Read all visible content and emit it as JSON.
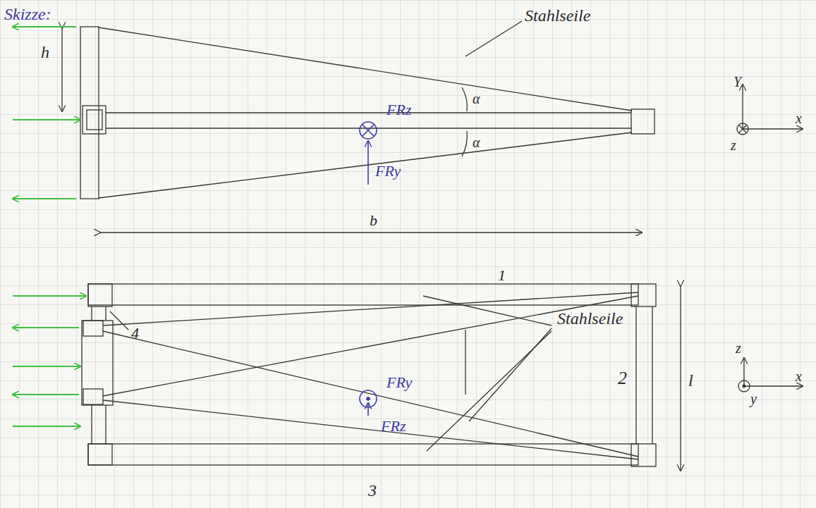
{
  "diagram": {
    "labels": [
      "Skizze:",
      "h",
      "Stahlseile",
      "α",
      "α",
      "FRz",
      "FRy",
      "Y",
      "x",
      "z",
      "b",
      "1",
      "4",
      "FRy",
      "FRz",
      "Stahlseile",
      "2",
      "l",
      "z",
      "x",
      "y",
      "3"
    ]
  }
}
